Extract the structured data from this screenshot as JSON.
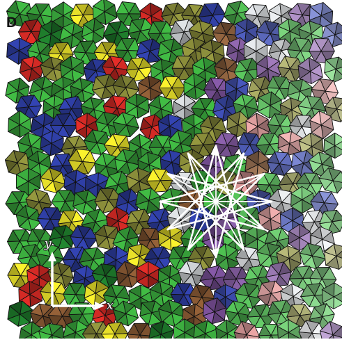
{
  "figure": {
    "panel_label": "D",
    "axis_x_label": "x",
    "axis_y_label": "y",
    "palette": {
      "green": "#3cae3f",
      "dark_green": "#1f7d2c",
      "blue": "#2f3fa6",
      "yellow": "#e8e02a",
      "red": "#d42a25",
      "olive": "#8a8d3a",
      "brown": "#8a5a34",
      "purple": "#7a4f9a",
      "pink": "#d58a8a",
      "light_gray": "#cfd3d6",
      "overlay": "#ffffff",
      "edge": "#111111"
    }
  }
}
